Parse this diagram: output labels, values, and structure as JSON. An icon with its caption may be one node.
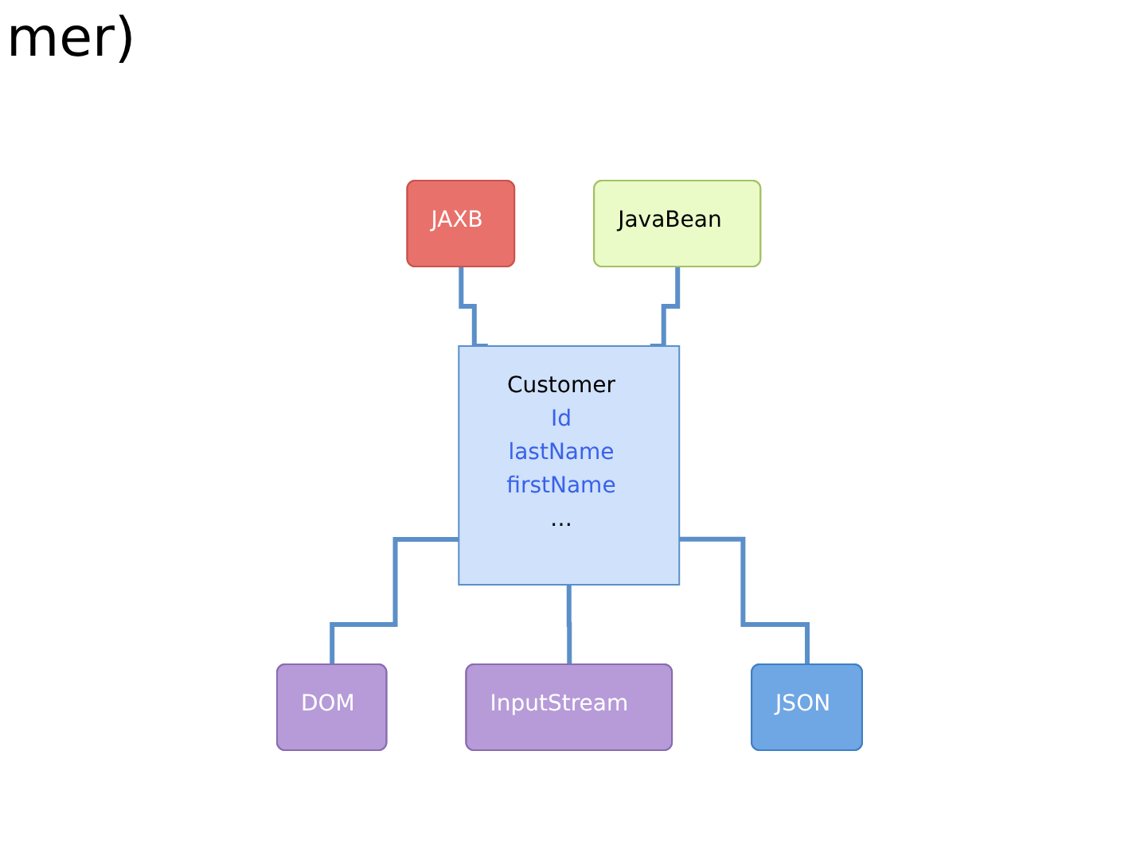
{
  "diagram": {
    "nodes": [
      {
        "text": [
          "JAXB"
        ]
      },
      {
        "text": [
          "JavaBean"
        ]
      },
      {
        "text": [
          "Customer",
          "Id",
          "lastName",
          "firstName",
          "…"
        ]
      },
      {
        "text": [
          "DOM"
        ]
      },
      {
        "text": [
          "InputStream"
        ]
      },
      {
        "text": [
          "JSON"
        ]
      }
    ],
    "edges": [
      {
        "from": 0,
        "to": 2,
        "arrow": "none"
      },
      {
        "from": 1,
        "to": 2,
        "arrow": "none"
      },
      {
        "from": 2,
        "to": 3,
        "arrow": "none"
      },
      {
        "from": 2,
        "to": 4,
        "arrow": "none"
      },
      {
        "from": 2,
        "to": 5,
        "arrow": "none"
      }
    ],
    "labels": [
      "mer)"
    ]
  }
}
